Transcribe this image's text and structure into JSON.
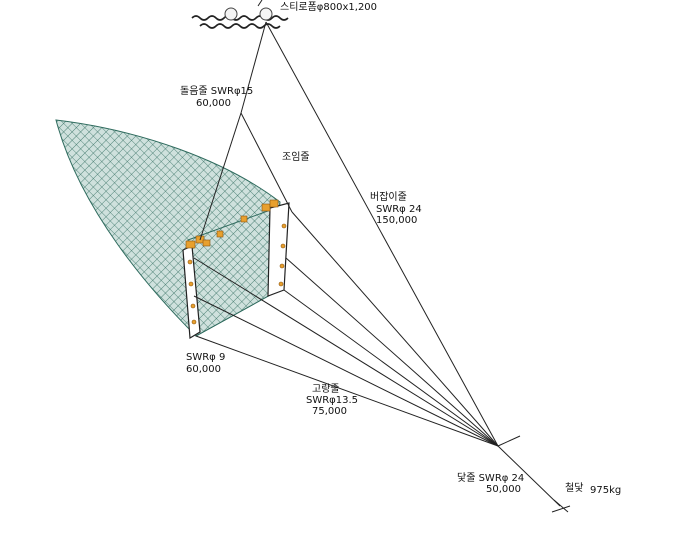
{
  "labels": {
    "float": "스티로폼φ800x1,200",
    "mouth_line_name": "돌음줄 SWRφ15",
    "mouth_line_len": "60,000",
    "purse_line": "조임줄",
    "bridle_name": "버잡이줄",
    "bridle_spec": "SWRφ 24",
    "bridle_len": "150,000",
    "lower_name": "SWRφ 9",
    "lower_len": "60,000",
    "fix_name": "고랑줄",
    "fix_spec": "SWRφ13.5",
    "fix_len": "75,000",
    "anchor_line_name": "닻줄 SWRφ 24",
    "anchor_line_len": "50,000",
    "anchor_name": "철닻",
    "anchor_weight": "975kg"
  },
  "colors": {
    "net_fill": "#cfe1dd",
    "net_mesh": "#2f6b5e",
    "float_block": "#e8a02e",
    "line": "#222222"
  }
}
